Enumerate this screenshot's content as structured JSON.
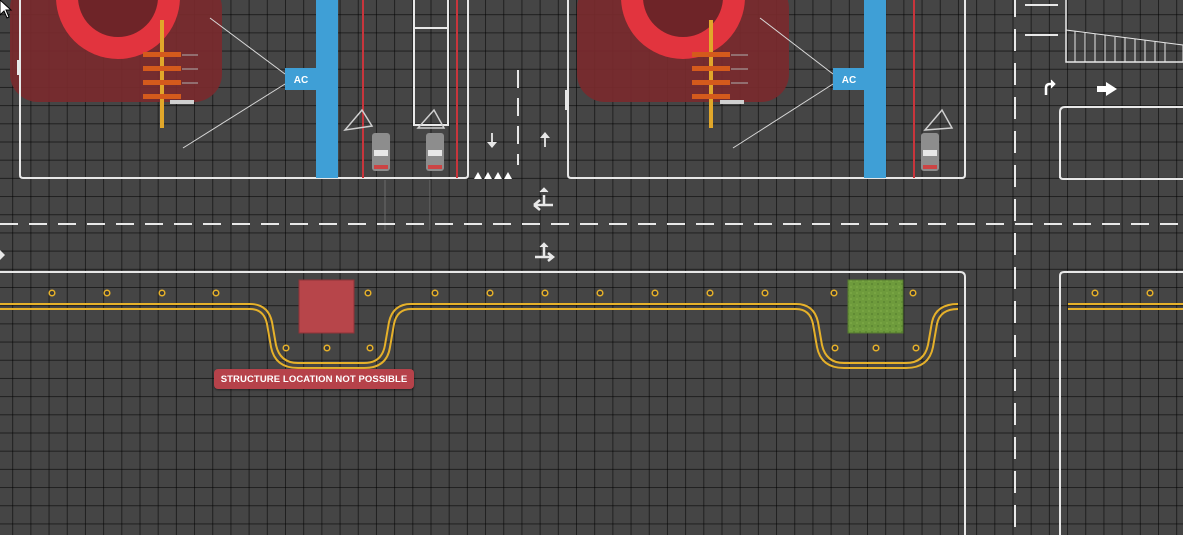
{
  "game": {
    "notification": {
      "text": "STRUCTURE LOCATION NOT POSSIBLE",
      "color": "#b6424a"
    },
    "tiles": {
      "invalid_placement_color": "#b7454a",
      "valid_placement_color": "#6e9b3c"
    },
    "stands": [
      {
        "id": "left",
        "taxi_marker": "AC"
      },
      {
        "id": "right",
        "taxi_marker": "AC"
      }
    ],
    "colors": {
      "grid_background": "#454545",
      "road_markings": "#e6e6e6",
      "taxiway_line": "#e6b12a",
      "service_lane": "#3f9fd6",
      "safety_zone": "#8a2b2e",
      "hazard_ring": "#e5343f",
      "fuel_pole": "#d45a1c"
    },
    "icons": [
      "mouse-cursor-icon",
      "arrow-down-icon",
      "arrow-up-icon",
      "turn-arrow-icon",
      "right-arrow-icon",
      "bus-icon",
      "streetlight-icon"
    ]
  }
}
